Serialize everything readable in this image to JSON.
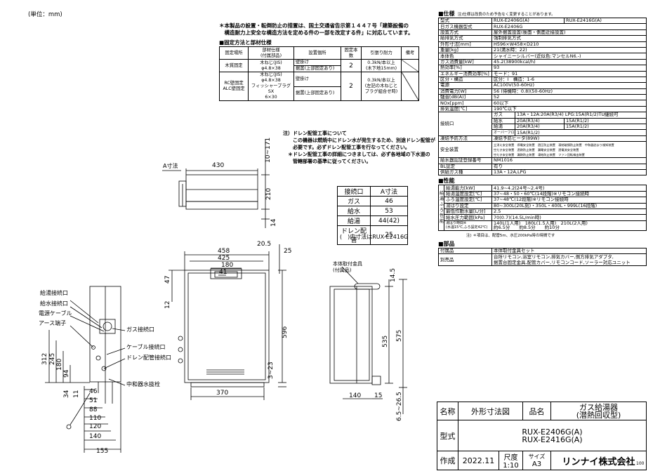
{
  "unit_note": "(単位：mm)",
  "notes_top": [
    "＊本製品の設置・転倒防止の措置は、国土交通省告示第１４４７号「建築設備の",
    "　構造耐力上安全な構造方法を定める件の一部を改定する件」に対応しています。"
  ],
  "fix_title": "■固定方法と部材仕様",
  "fix_table": {
    "headers": [
      "固定場所",
      "部材仕様\n(付属部品)",
      "設置個所",
      "固定本数",
      "引張り耐力",
      "備考"
    ],
    "rows": [
      [
        "木質固定",
        "木ねじ(JIS)\nφ4.8×38",
        "壁掛け",
        "",
        "0.3kN/本以上\n(木下地15mm)",
        ""
      ],
      [
        "",
        "",
        "据置(上部固定あり)",
        "2",
        "",
        ""
      ],
      [
        "RC壁固定\nALC壁固定",
        "木ねじ(JIS)\nφ4.8×38\nフィッシャープラグSX\n6×30",
        "壁掛け",
        "",
        "0.3kN/本以上\n(左記の木ねじと\nプラグ組合せ時)",
        ""
      ],
      [
        "",
        "",
        "据置(上部固定あり)",
        "2",
        "",
        ""
      ]
    ]
  },
  "drain_notes": [
    "注）ドレン配管工事について",
    "　　この機器は燃焼中にドレン水が発生するため、別途ドレン配管が",
    "　　必要です。必ずドレン配管工事を行なってください。",
    "　＊ドレン配管工事の詳細につきましては、必ず各地域の下水道の",
    "　　管轄部署の基準に従ってください。"
  ],
  "a_dim_table": {
    "headers": [
      "接続口",
      "A寸法"
    ],
    "rows": [
      [
        "ガス",
        "46"
      ],
      [
        "給水",
        "53"
      ],
      [
        "給湯",
        "44(42)"
      ],
      [
        "ドレン配管",
        "25"
      ]
    ],
    "note": "(　)内寸法はRUX-E2416G"
  },
  "labels": {
    "a_dim": "A寸法",
    "hot_out": "給湯接続口",
    "water_in": "給水接続口",
    "power": "電源ケーブル",
    "earth": "アース端子",
    "gas": "ガス接続口",
    "cable": "ケーブル接続口",
    "drain": "ドレン配管接続口",
    "neutral": "中和器水抜栓",
    "bracket": "本体取付金具\n(付属品)"
  },
  "dims_top": [
    "430",
    "210",
    "10~171",
    "14"
  ],
  "dims_front": [
    "458",
    "425",
    "180",
    "41",
    "20.5",
    "25",
    "47",
    "12",
    "596",
    "3~23",
    "370"
  ],
  "dims_side": [
    "14.5",
    "535",
    "575",
    "6.5~26.5",
    "140",
    "15"
  ],
  "dims_left": [
    "312",
    "245",
    "180",
    "94",
    "34",
    "11",
    "46",
    "51",
    "88",
    "110",
    "120",
    "140",
    "155"
  ],
  "spec": {
    "title": "■仕様",
    "title_note": "注)仕様は改良のため予告なく変更することがあります。",
    "model_label": "型式",
    "models": [
      "RUX-E2406G(A)",
      "RUX-E2416G(A)"
    ],
    "rows": [
      [
        "日ガス機器型式",
        "RUX-E2406G"
      ],
      [
        "設置方式",
        "屋外据置設置(後面・側面近接設置)"
      ],
      [
        "給排気方式",
        "強制排気方式"
      ],
      [
        "外形寸法[mm]",
        "H596×W458×D210"
      ],
      [
        "重量[kg]",
        "21(満水時：22)"
      ],
      [
        "本体色",
        "シャイニーシルバー(近似色:マンセルN6.-)"
      ],
      [
        "ガス消費量[kW]",
        "45.2(38900kcal/h)"
      ],
      [
        "熱効率[%]",
        "93"
      ],
      [
        "エネルギー消費効率[%]",
        "モード：91"
      ],
      [
        "区分・構造",
        "区分：Ⅰ　構造：1-6"
      ],
      [
        "電源",
        "AC100V(50-60Hz)"
      ],
      [
        "消費電力[W]",
        "56 (待機時：0.8)(50-60Hz)"
      ],
      [
        "騒音[dB(A)]",
        "52"
      ],
      [
        "NOx[ppm]",
        "60以下"
      ],
      [
        "排気温度[℃]",
        "190℃以下"
      ]
    ],
    "conn_label": "接続口",
    "conn_rows": [
      [
        "ガス",
        "13A・12A:20A(R3/4) LPG:15A(R1/2)TU継続可",
        ""
      ],
      [
        "給水",
        "20A(R3/4)",
        "15A(R1/2)"
      ],
      [
        "給湯",
        "20A(R3/4)",
        "15A(R1/2)"
      ],
      [
        "オーバーフロー",
        "15A(R1/2)",
        ""
      ]
    ],
    "freeze": [
      "凍結予防方法",
      "凍結予防ヒータ(89W)"
    ],
    "safety_label": "安全装置",
    "safety_lines": [
      "立消え安全装置　停電安全装置　過圧防止装置　凍結破損防止装置　中和器詰まり検知装置",
      "空だき安全装置　過熱防止装置　漏電安全装置　過電流安全装置",
      "空だき安全装置　漏熱防止装置　凍結防止装置　ファン回転検出装置"
    ],
    "rows2": [
      [
        "給水器認証登録番号",
        "NM1016"
      ],
      [
        "BL認定",
        "有り"
      ],
      [
        "供給ガス種",
        "13A・12A,LPG"
      ]
    ],
    "perf_title": "■性能",
    "perf_side": "給湯・ふろ性能",
    "perf_rows": [
      [
        "給湯能力[kW]",
        "41.9~4.2(24号~2.4号)"
      ],
      [
        "給湯温度設定[℃]",
        "37~48・50・60℃(14段階)※リモコン接続時"
      ],
      [
        "ふろ温度設定[℃]",
        "37~48℃(12段階)※リモコン接続時"
      ],
      [
        "湯はり設定",
        "80~300L(20L刻)・350L・400L・999L(16段階)"
      ],
      [
        "最低作動水量[L/分]",
        "2.5"
      ],
      [
        "給水圧力範囲[kPa]",
        "70(0.7)(14.5L/min時)"
      ],
      [
        "湯はり時間※\n(水温15℃,ふろ設定42℃)",
        "140L(1人用)　180L(1.5人用)　210L(2人用)\n約6.5分　　約8.5分　　約10分"
      ]
    ],
    "perf_note": "注) ＊項目は、配管5m、水圧200kPa時の時間です",
    "acc_title": "■部品",
    "acc_rows": [
      [
        "付属品",
        "本体取付金具セット"
      ],
      [
        "別売品",
        "台所リモコン,浴室リモコン,排気カバー,側方排気アダプタ,\n据置台固定金具,配管カバー,リモコンコード,ソーラー対応ユニット"
      ]
    ]
  },
  "titleblock": {
    "name_label": "名称",
    "name_value": "外形寸法図",
    "item_label": "品名",
    "item_value": "ガス給湯器\n(潜熱回収型)",
    "model_label": "型式",
    "model_value": "RUX-E2406G(A)\nRUX-E2416G(A)",
    "made_label": "作成",
    "made_value": "2022.11",
    "scale_label": "尺度",
    "scale_value": "1:10",
    "size_label": "サイズ",
    "size_value": "A3",
    "company": "リンナイ株式会社"
  },
  "page_num": "100"
}
